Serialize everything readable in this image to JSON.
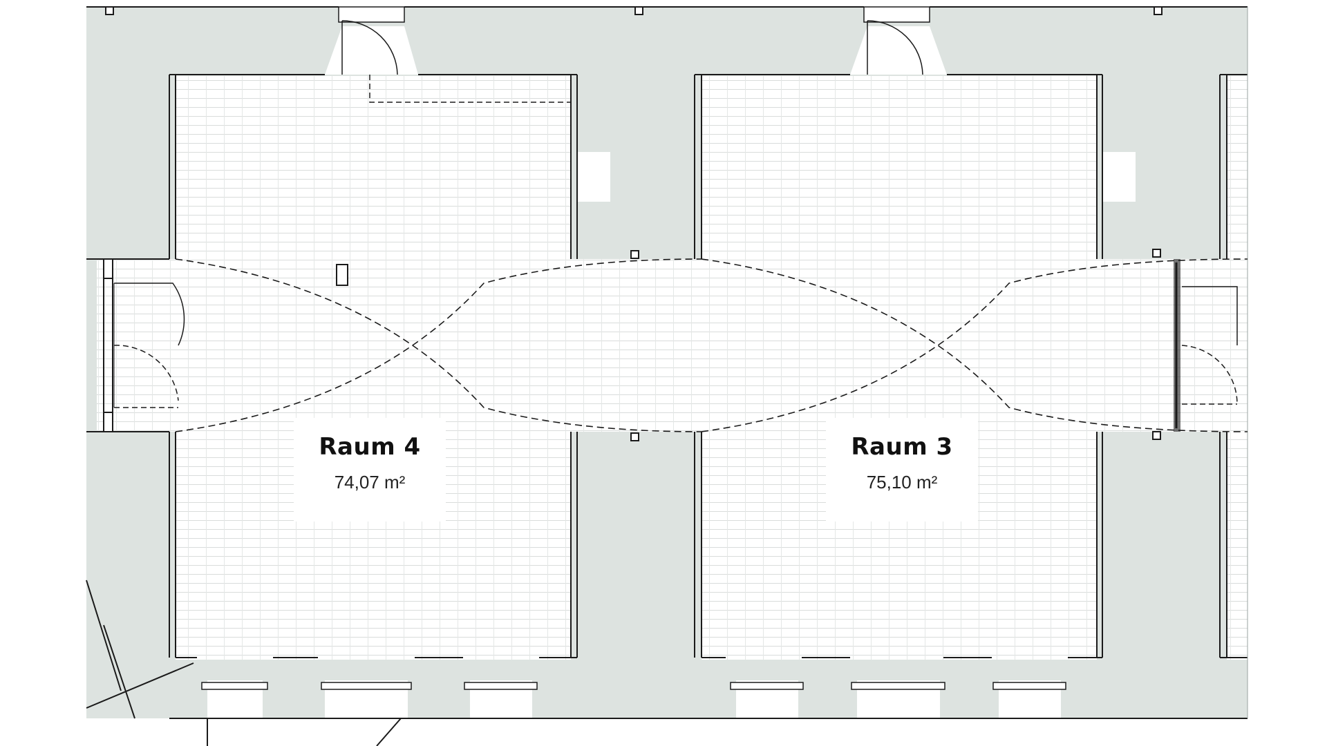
{
  "colors": {
    "wall_fill": "#dde3e0",
    "floor": "#ffffff",
    "floor_grid": "#d6d9d8",
    "line": "#1a1a1a",
    "label_text": "#111111"
  },
  "rooms": [
    {
      "id": "raum-4",
      "name": "Raum 4",
      "area": "74,07 m²"
    },
    {
      "id": "raum-3",
      "name": "Raum 3",
      "area": "75,10 m²"
    }
  ]
}
